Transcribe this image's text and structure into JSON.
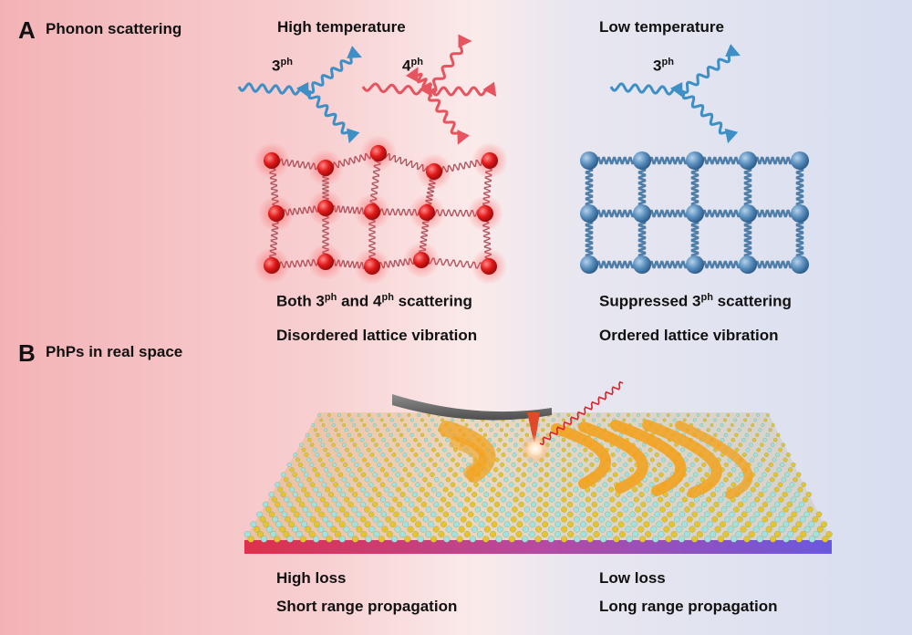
{
  "panel_a": {
    "letter": "A",
    "title": "Phonon scattering",
    "left": {
      "heading": "High temperature",
      "label_3ph": "3",
      "label_4ph": "4",
      "label_sup": "ph",
      "caption1_pre": "Both 3",
      "caption1_mid": " and 4",
      "caption1_post": " scattering",
      "caption2": "Disordered lattice vibration"
    },
    "right": {
      "heading": "Low temperature",
      "label_3ph": "3",
      "label_sup": "ph",
      "caption1_pre": "Suppressed 3",
      "caption1_post": " scattering",
      "caption2": "Ordered lattice vibration"
    }
  },
  "panel_b": {
    "letter": "B",
    "title": "PhPs in real space",
    "left": {
      "caption1": "High loss",
      "caption2": "Short range propagation"
    },
    "right": {
      "caption1": "Low  loss",
      "caption2": "Long range propagation"
    }
  },
  "colors": {
    "phonon_blue": "#3d8fc6",
    "phonon_red": "#e6545f",
    "atom_red": "#e21a1a",
    "atom_blue": "#5b8fbe",
    "slab_left": "#e0304a",
    "slab_right": "#6a58e0",
    "wave_orange": "#f3a21f",
    "atom_yellow": "#e7c52a",
    "atom_cyan": "#9fe3e0"
  }
}
